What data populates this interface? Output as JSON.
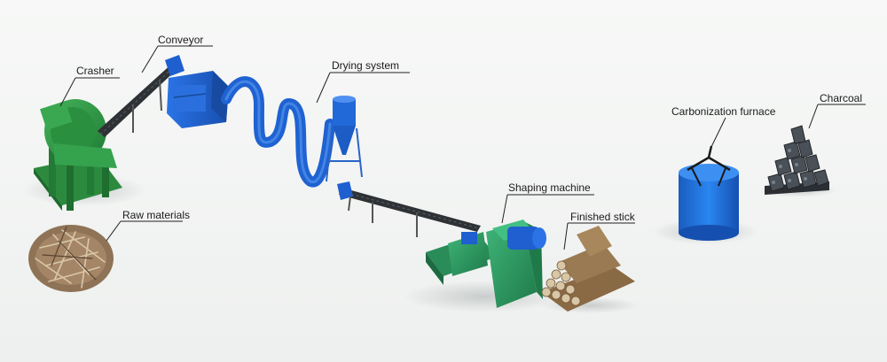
{
  "labels": {
    "crasher": "Crasher",
    "conveyor": "Conveyor",
    "drying_system": "Drying system",
    "raw_materials": "Raw materials",
    "shaping_machine": "Shaping machine",
    "finished_stick": "Finished stick",
    "carbonization_furnace": "Carbonization furnace",
    "charcoal": "Charcoal"
  },
  "colors": {
    "crusher_green": "#2f9a45",
    "shaping_green": "#2e9a5b",
    "machine_blue": "#1f5fcf",
    "furnace_blue": "#1c6fd8",
    "wood_stick": "#8a6a45",
    "charcoal": "#3a3f45"
  }
}
